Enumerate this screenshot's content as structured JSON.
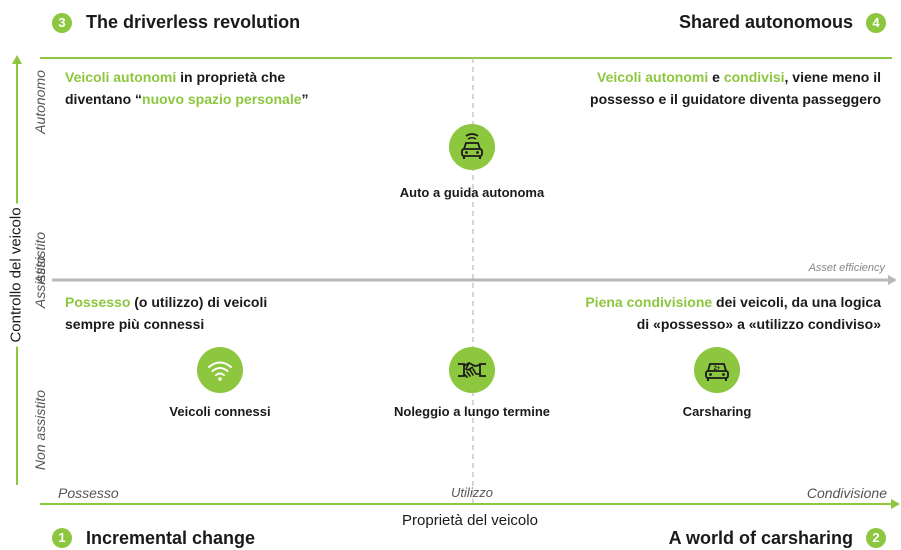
{
  "quadrants": {
    "q3": {
      "number": "3",
      "title": "The driverless revolution",
      "desc_a": "Veicoli autonomi",
      "desc_b": " in proprietà che",
      "desc_c": "diventano “",
      "desc_d": "nuovo spazio personale",
      "desc_e": "”"
    },
    "q4": {
      "number": "4",
      "title": "Shared autonomous",
      "desc_a": "Veicoli autonomi",
      "desc_b": " e ",
      "desc_c": "condivisi",
      "desc_d": ", viene meno il",
      "desc_e": "possesso e il guidatore diventa passeggero"
    },
    "q1": {
      "number": "1",
      "title": "Incremental change",
      "desc_a": "Possesso",
      "desc_b": " (o utilizzo) di veicoli",
      "desc_c": "sempre più connessi"
    },
    "q2": {
      "number": "2",
      "title": "A world of carsharing",
      "desc_a": "Piena condivisione",
      "desc_b": " dei veicoli, da una logica",
      "desc_c": "di «possesso» a «utilizzo condiviso»"
    }
  },
  "items": {
    "autonomous": {
      "label": "Auto a guida autonoma",
      "icon": "autonomous-car-icon"
    },
    "connected": {
      "label": "Veicoli connessi",
      "icon": "wifi-icon"
    },
    "leasing": {
      "label": "Noleggio a lungo termine",
      "icon": "handshake-icon"
    },
    "carsharing": {
      "label": "Carsharing",
      "icon": "shared-car-icon"
    }
  },
  "axes": {
    "y_title": "Controllo del veicolo",
    "y_top": "Autonomo",
    "y_mid": "Assistito",
    "y_bottom": "Non assistito",
    "x_title": "Proprietà del veicolo",
    "x_left": "Possesso",
    "x_mid": "Utilizzo",
    "x_right": "Condivisione",
    "midline": "Asset efficiency"
  },
  "colors": {
    "accent": "#8dc63f",
    "axis": "#c8c8c8",
    "text": "#1a1a1a"
  }
}
